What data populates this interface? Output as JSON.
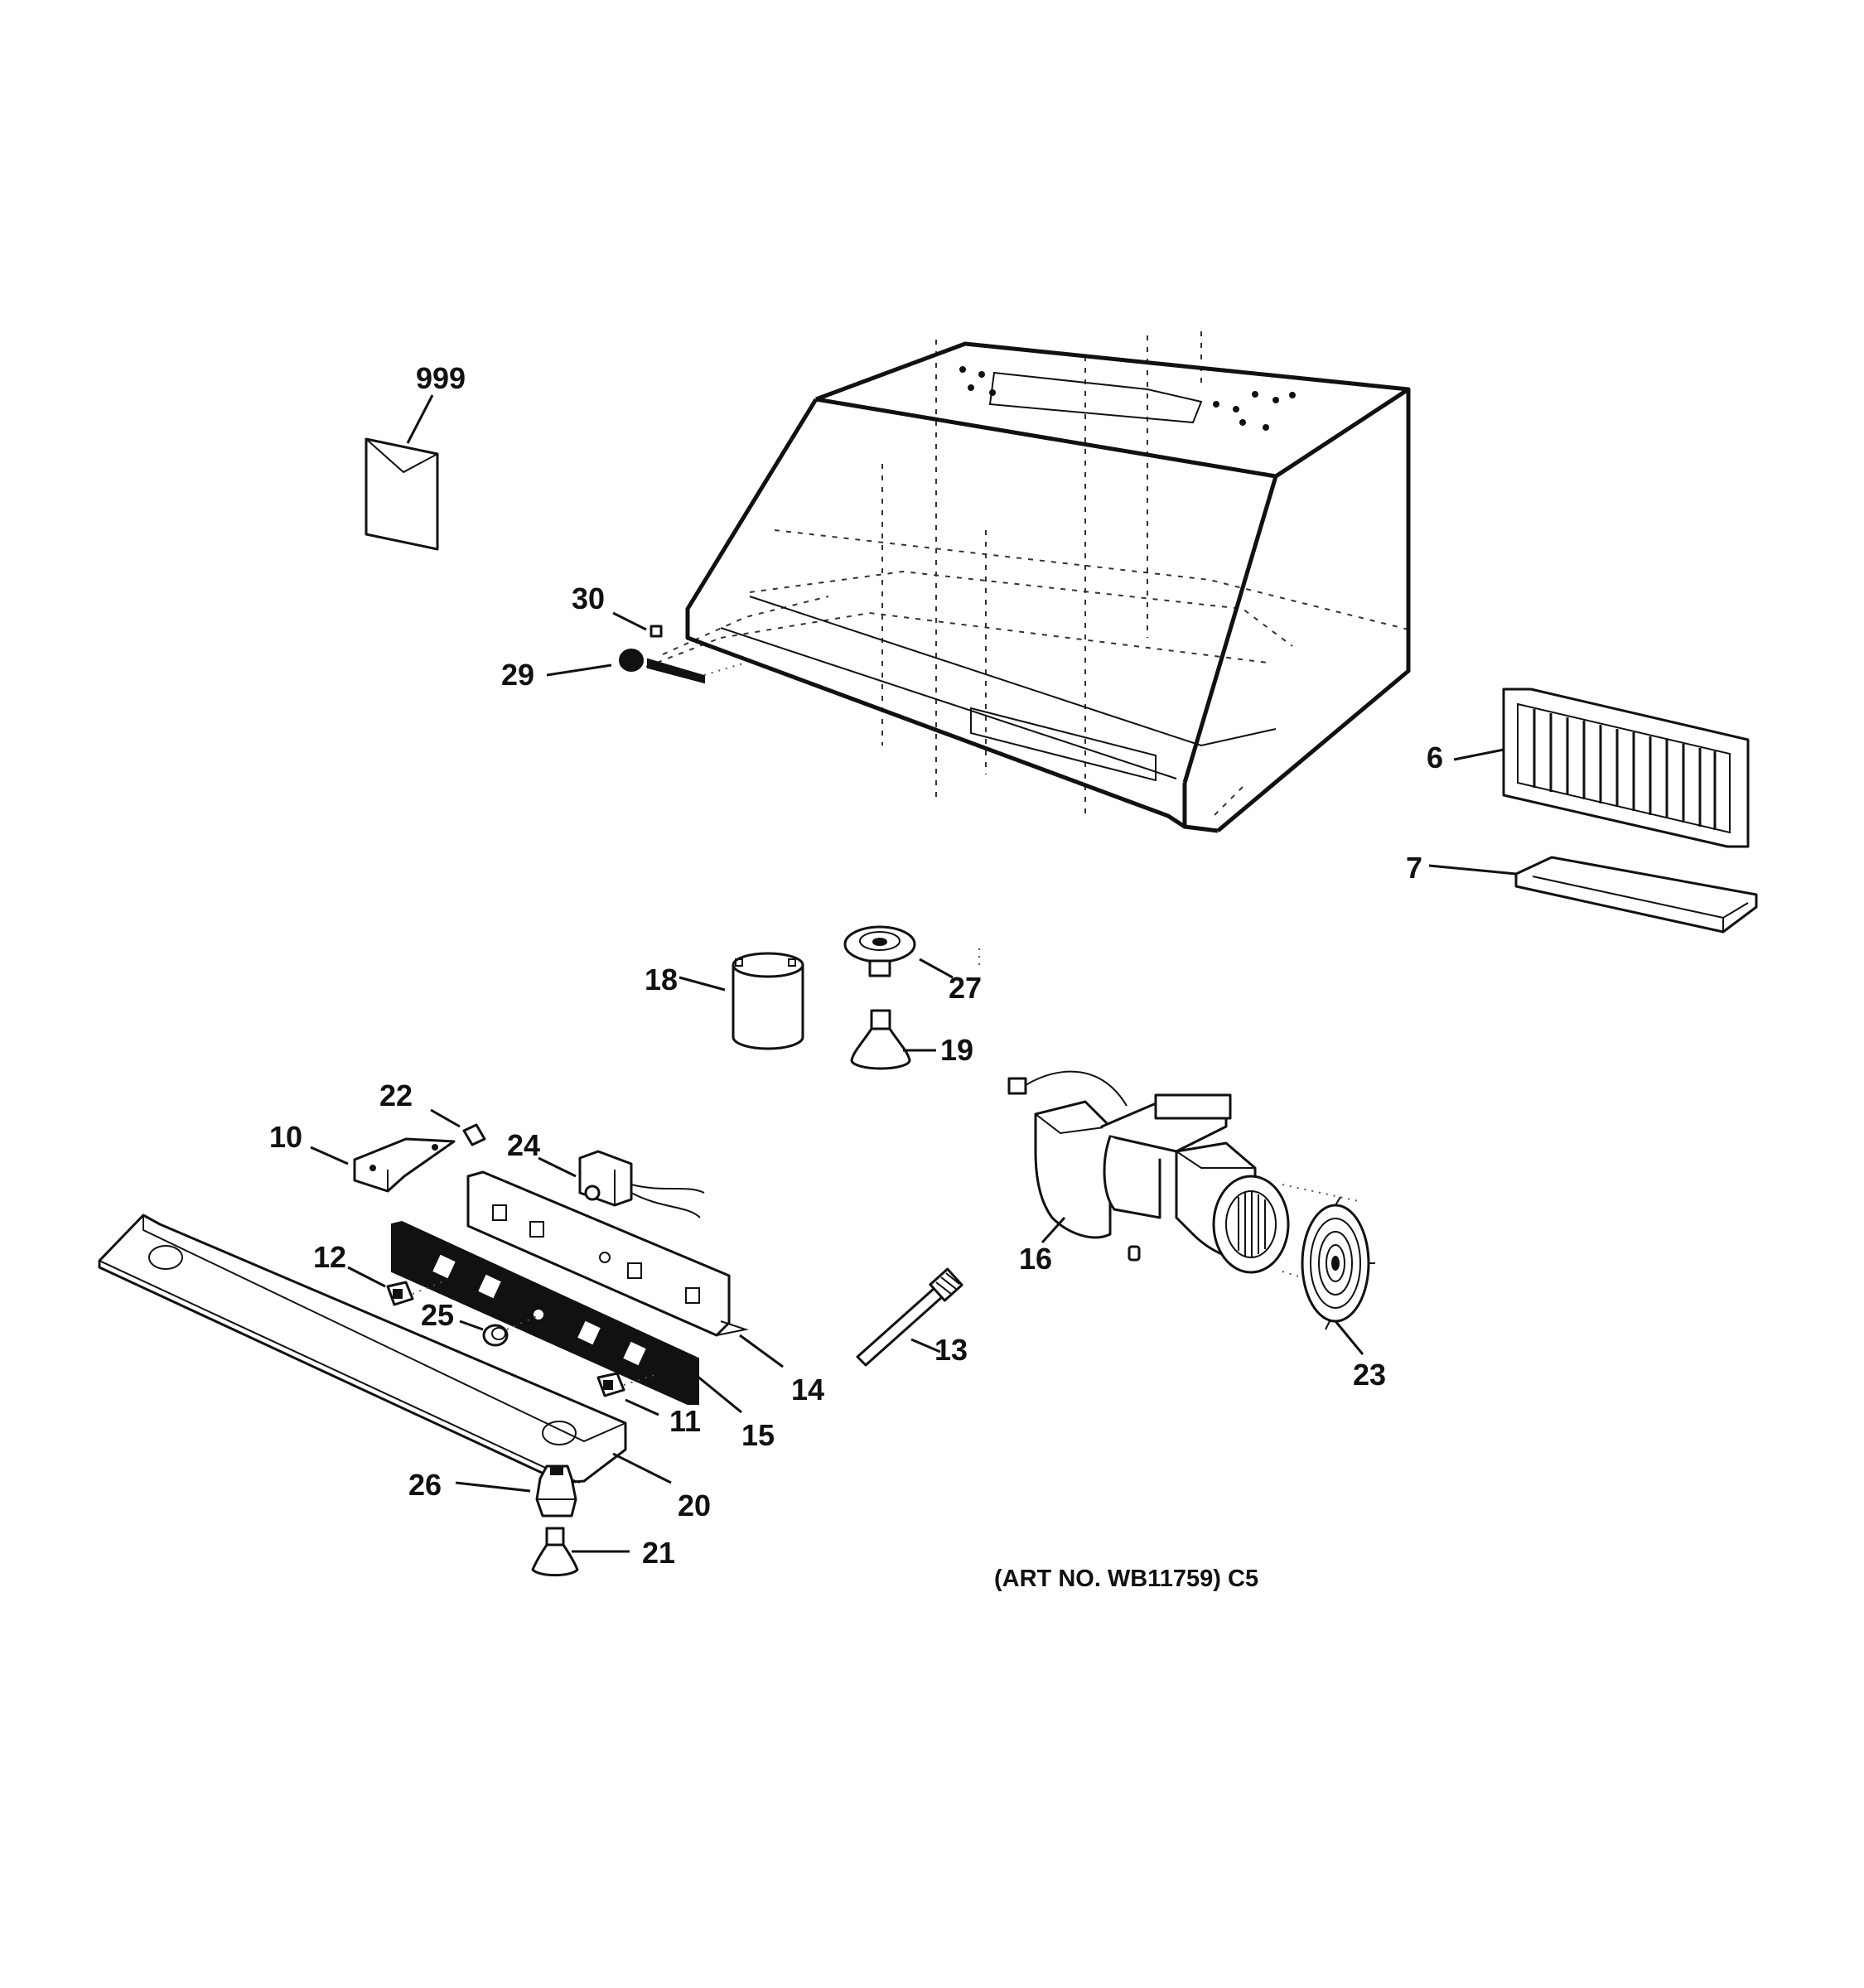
{
  "callouts": {
    "c999": "999",
    "c30": "30",
    "c29": "29",
    "c6": "6",
    "c7": "7",
    "c18": "18",
    "c27": "27",
    "c19": "19",
    "c22": "22",
    "c10": "10",
    "c24": "24",
    "c16": "16",
    "c12": "12",
    "c25": "25",
    "c13": "13",
    "c23": "23",
    "c14": "14",
    "c11": "11",
    "c15": "15",
    "c26": "26",
    "c20": "20",
    "c21": "21"
  },
  "art_number": "(ART NO. WB11759) C5"
}
